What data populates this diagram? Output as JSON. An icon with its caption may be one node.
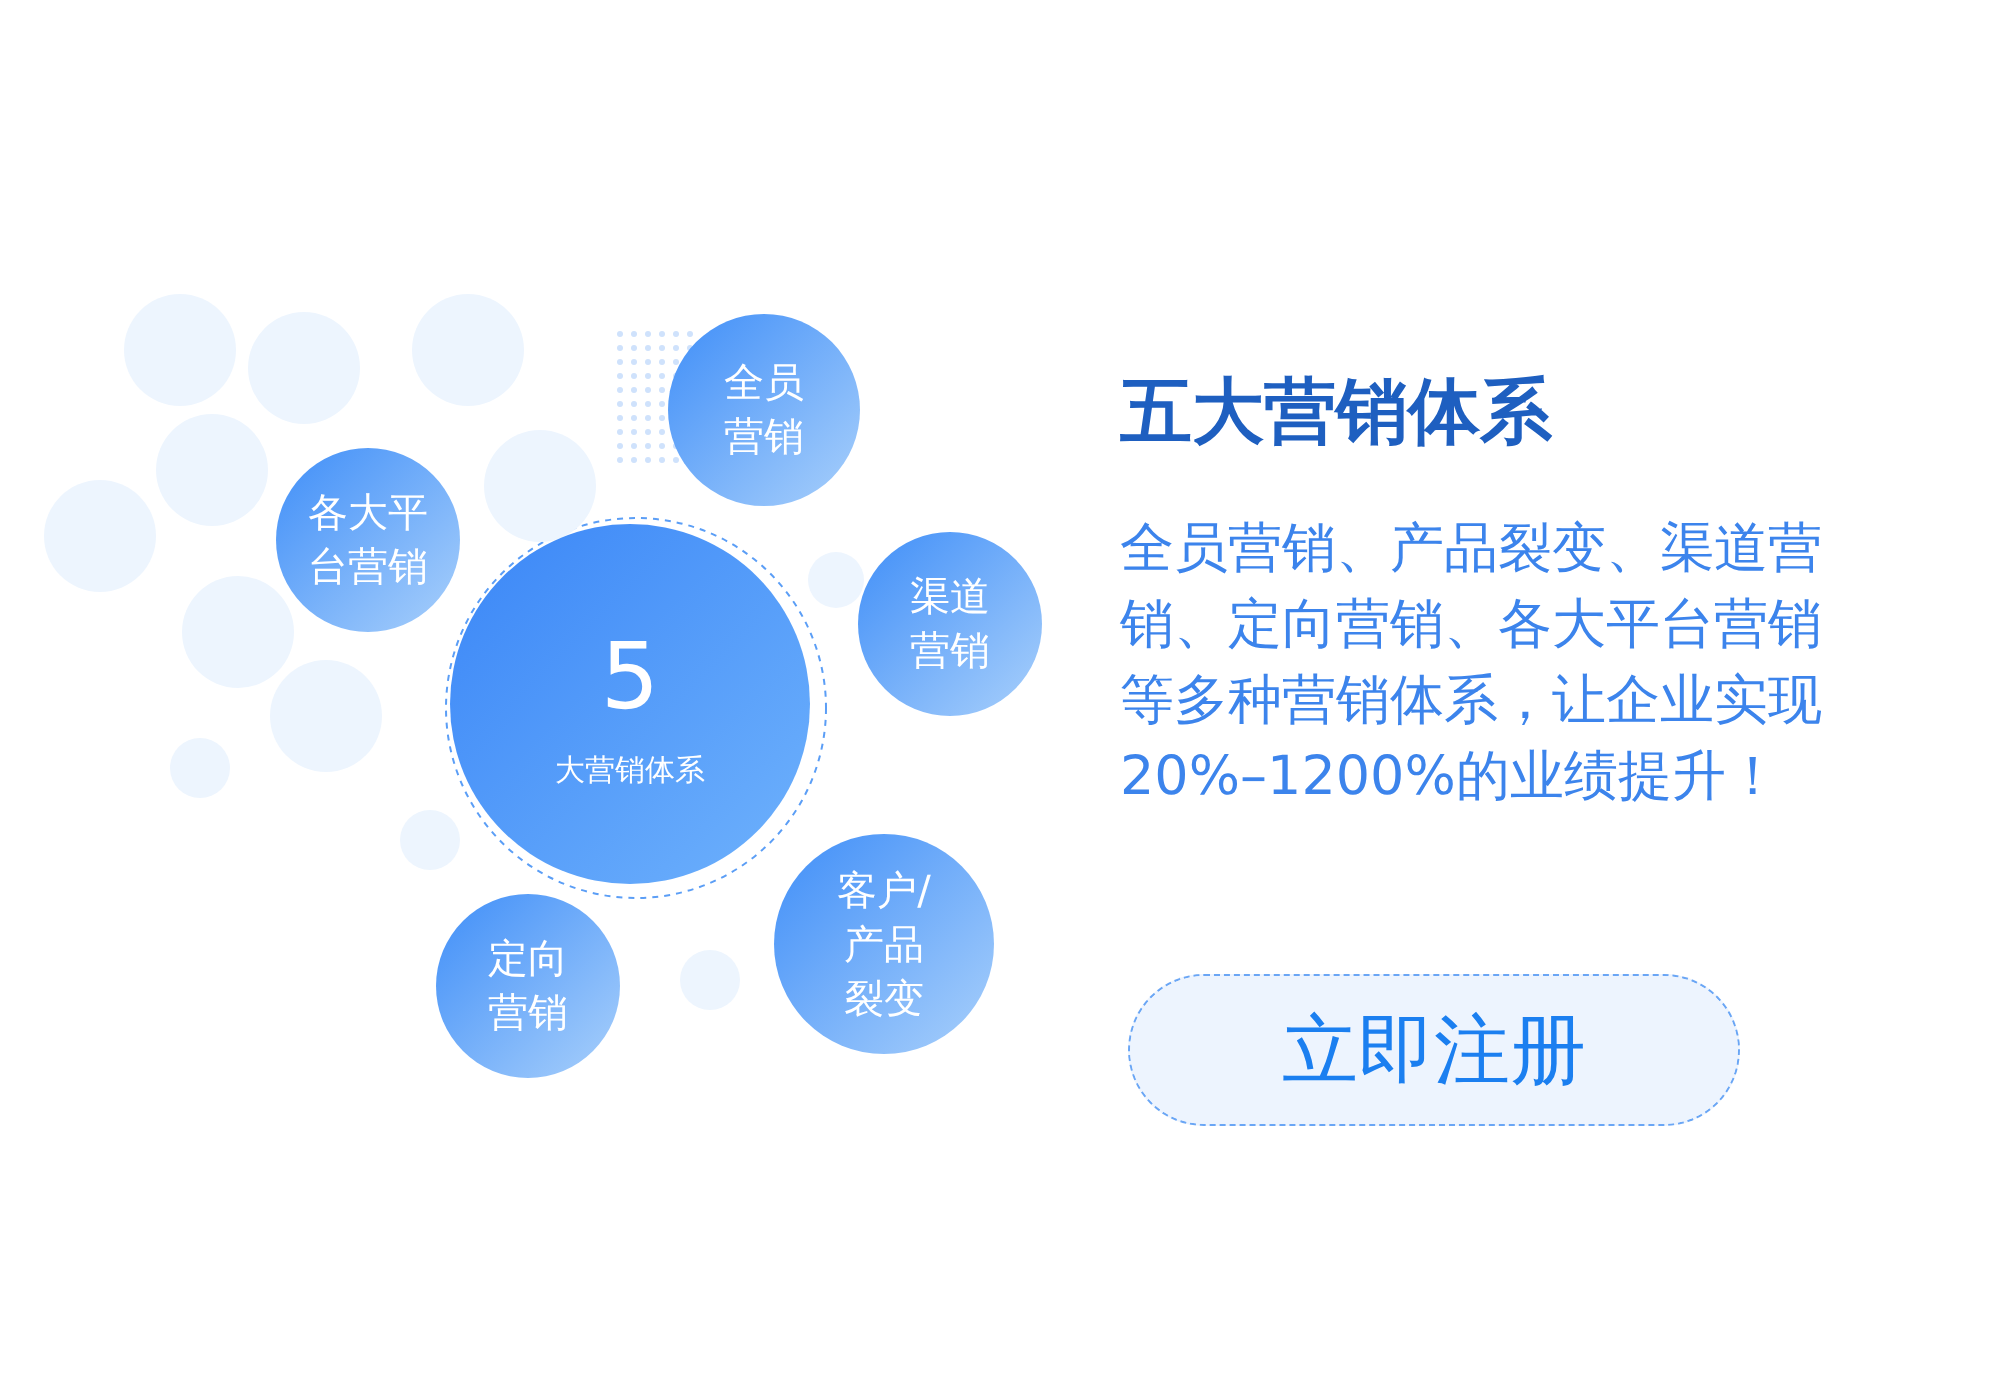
{
  "diagram": {
    "title": "五大营销体系",
    "nodes": [
      {
        "text": [],
        "shape": "circle"
      },
      {
        "text": [],
        "shape": "circle"
      },
      {
        "text": [],
        "shape": "circle"
      },
      {
        "text": [
          "全员营销"
        ]
      },
      {
        "text": [],
        "shape": "circle"
      },
      {
        "text": [],
        "shape": "circle"
      },
      {
        "text": [
          "各大平台营销"
        ]
      },
      {
        "text": [],
        "shape": "circle"
      },
      {
        "text": [],
        "shape": "circle"
      },
      {
        "text": [
          "渠道营销"
        ]
      },
      {
        "text": [],
        "shape": "circle"
      },
      {
        "text": [
          "5",
          "大营销体系"
        ]
      },
      {
        "text": [],
        "shape": "circle"
      },
      {
        "text": [],
        "shape": "circle"
      },
      {
        "text": [],
        "shape": "circle"
      },
      {
        "text": [
          "客户/产品裂变"
        ]
      },
      {
        "text": [],
        "shape": "circle"
      },
      {
        "text": [
          "定向营销"
        ]
      },
      {
        "text": [
          "立即注册"
        ]
      }
    ],
    "labels": [
      "全员营销、产品裂变、渠道营销、定向营销、各大平台营销等多种营销体系，让企业实现20%–1200%的业绩提升！"
    ]
  }
}
